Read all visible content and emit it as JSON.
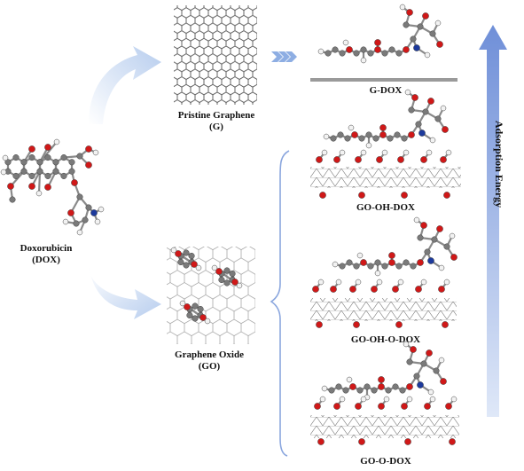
{
  "labels": {
    "pristine_graphene": "Pristine Graphene",
    "pristine_graphene_abbr": "(G)",
    "doxorubicin": "Doxorubicin",
    "doxorubicin_abbr": "(DOX)",
    "graphene_oxide": "Graphene Oxide",
    "graphene_oxide_abbr": "(GO)",
    "g_dox": "G-DOX",
    "go_oh_dox": "GO-OH-DOX",
    "go_oh_o_dox": "GO-OH-O-DOX",
    "go_o_dox": "GO-O-DOX",
    "adsorption_energy": "Adsorption Energy"
  },
  "colors": {
    "carbon": "#7a7a7a",
    "oxygen": "#d01818",
    "hydrogen": "#f2f2f2",
    "nitrogen": "#1d3a9c",
    "arrow": "#a9c4ec",
    "energy_arrow": "#6f8fd8"
  }
}
